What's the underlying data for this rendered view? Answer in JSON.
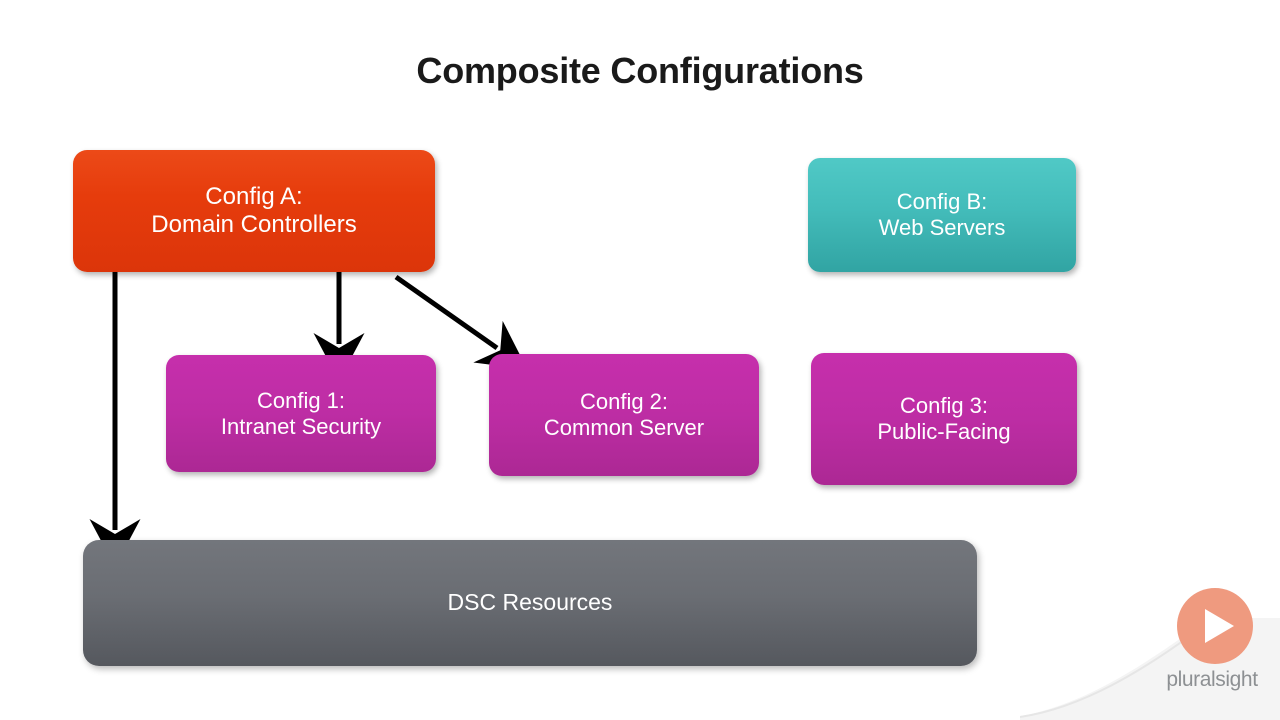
{
  "slide": {
    "title": "Composite Configurations",
    "background_color": "#ffffff"
  },
  "nodes": [
    {
      "id": "config-a",
      "line1": "Config A:",
      "line2": "Domain Controllers",
      "color": "#e63c0c",
      "role": "composite-configuration"
    },
    {
      "id": "config-b",
      "line1": "Config B:",
      "line2": "Web Servers",
      "color": "#43bcba",
      "role": "composite-configuration"
    },
    {
      "id": "config-1",
      "line1": "Config 1:",
      "line2": "Intranet Security",
      "color": "#bd2da4",
      "role": "component-configuration"
    },
    {
      "id": "config-2",
      "line1": "Config 2:",
      "line2": "Common Server",
      "color": "#bd2da4",
      "role": "component-configuration"
    },
    {
      "id": "config-3",
      "line1": "Config 3:",
      "line2": "Public-Facing",
      "color": "#bd2da4",
      "role": "component-configuration"
    }
  ],
  "resources_bar": {
    "label": "DSC Resources",
    "color": "#6a6d73"
  },
  "arrows": [
    {
      "from": "config-a",
      "to": "dsc-resources",
      "style": "solid",
      "color": "#000000"
    },
    {
      "from": "config-a",
      "to": "config-1",
      "style": "solid",
      "color": "#000000"
    },
    {
      "from": "config-a",
      "to": "config-2",
      "style": "solid",
      "color": "#000000"
    }
  ],
  "branding": {
    "name": "pluralsight",
    "mark_color": "#ef9a7f",
    "wordmark_color": "#8d9093"
  }
}
